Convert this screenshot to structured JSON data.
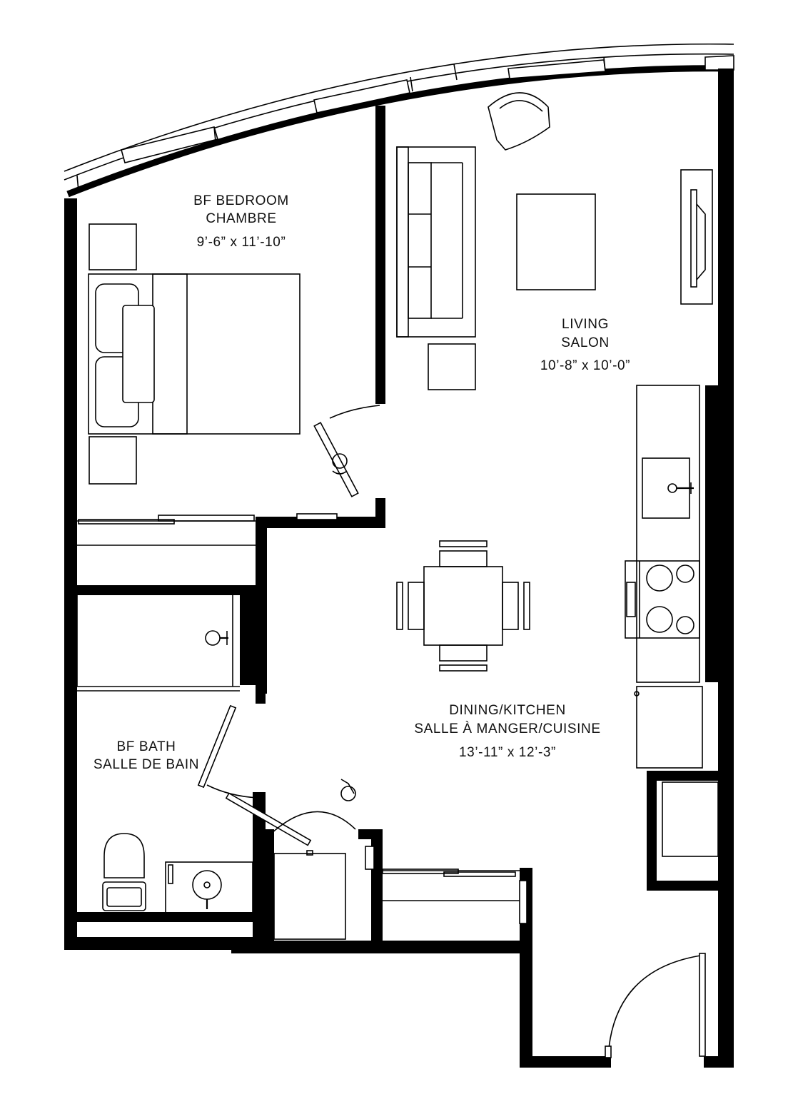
{
  "rooms": {
    "bedroom": {
      "name_en": "BF BEDROOM",
      "name_fr": "CHAMBRE",
      "dims": "9’-6” x 11’-10”"
    },
    "living": {
      "name_en": "LIVING",
      "name_fr": "SALON",
      "dims": "10’-8” x 10’-0”"
    },
    "dining": {
      "name_en": "DINING/KITCHEN",
      "name_fr": "SALLE À MANGER/CUISINE",
      "dims": "13’-11” x 12’-3”"
    },
    "bath": {
      "name_en": "BF BATH",
      "name_fr": "SALLE DE BAIN"
    }
  },
  "colors": {
    "wall": "#000000",
    "background": "#ffffff"
  }
}
